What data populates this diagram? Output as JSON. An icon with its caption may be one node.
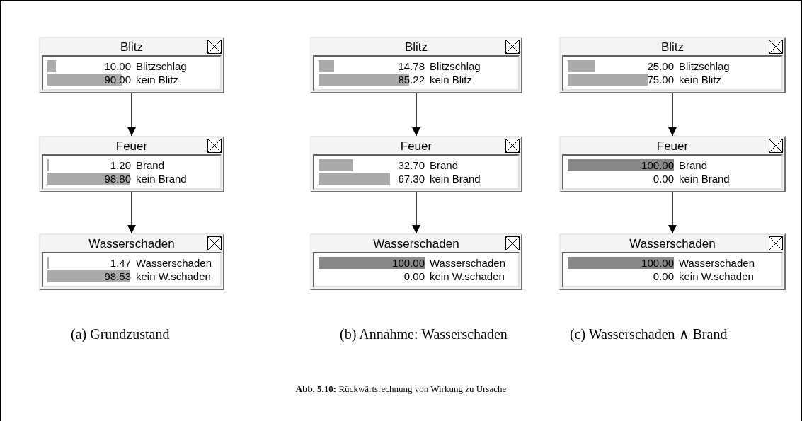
{
  "diagram": {
    "caption": "**Abb. 5.10:** Rückwärtsrechnung von Wirkung zu Ursache",
    "nodes": [
      {
        "text": [
          "Blitz",
          "10.00",
          "Blitzschlag",
          "90.00",
          "kein Blitz"
        ]
      },
      {
        "text": [
          "Feuer",
          "1.20",
          "Brand",
          "98.80",
          "kein Brand"
        ]
      },
      {
        "text": [
          "Wasserschaden",
          "1.47",
          "Wasserschaden",
          "98.53",
          "kein W.schaden"
        ]
      },
      {
        "text": [
          "Blitz",
          "14.78",
          "Blitzschlag",
          "85.22",
          "kein Blitz"
        ]
      },
      {
        "text": [
          "Feuer",
          "32.70",
          "Brand",
          "67.30",
          "kein Brand"
        ]
      },
      {
        "text": [
          "Wasserschaden",
          "100.00",
          "Wasserschaden",
          "0.00",
          "kein W.schaden"
        ]
      },
      {
        "text": [
          "Blitz",
          "25.00",
          "Blitzschlag",
          "75.00",
          "kein Blitz"
        ]
      },
      {
        "text": [
          "Feuer",
          "100.00",
          "Brand",
          "0.00",
          "kein Brand"
        ]
      },
      {
        "text": [
          "Wasserschaden",
          "100.00",
          "Wasserschaden",
          "0.00",
          "kein W.schaden"
        ]
      }
    ],
    "edges": [
      {
        "from": 0,
        "to": 1,
        "arrow": "to"
      },
      {
        "from": 1,
        "to": 2,
        "arrow": "to"
      },
      {
        "from": 3,
        "to": 4,
        "arrow": "to"
      },
      {
        "from": 4,
        "to": 5,
        "arrow": "to"
      },
      {
        "from": 6,
        "to": 7,
        "arrow": "to"
      },
      {
        "from": 7,
        "to": 8,
        "arrow": "to"
      }
    ],
    "labels": [
      "(a) Grundzustand",
      "(b) Annahme: Wasserschaden",
      "(c) Wasserschaden ∧ Brand"
    ]
  }
}
